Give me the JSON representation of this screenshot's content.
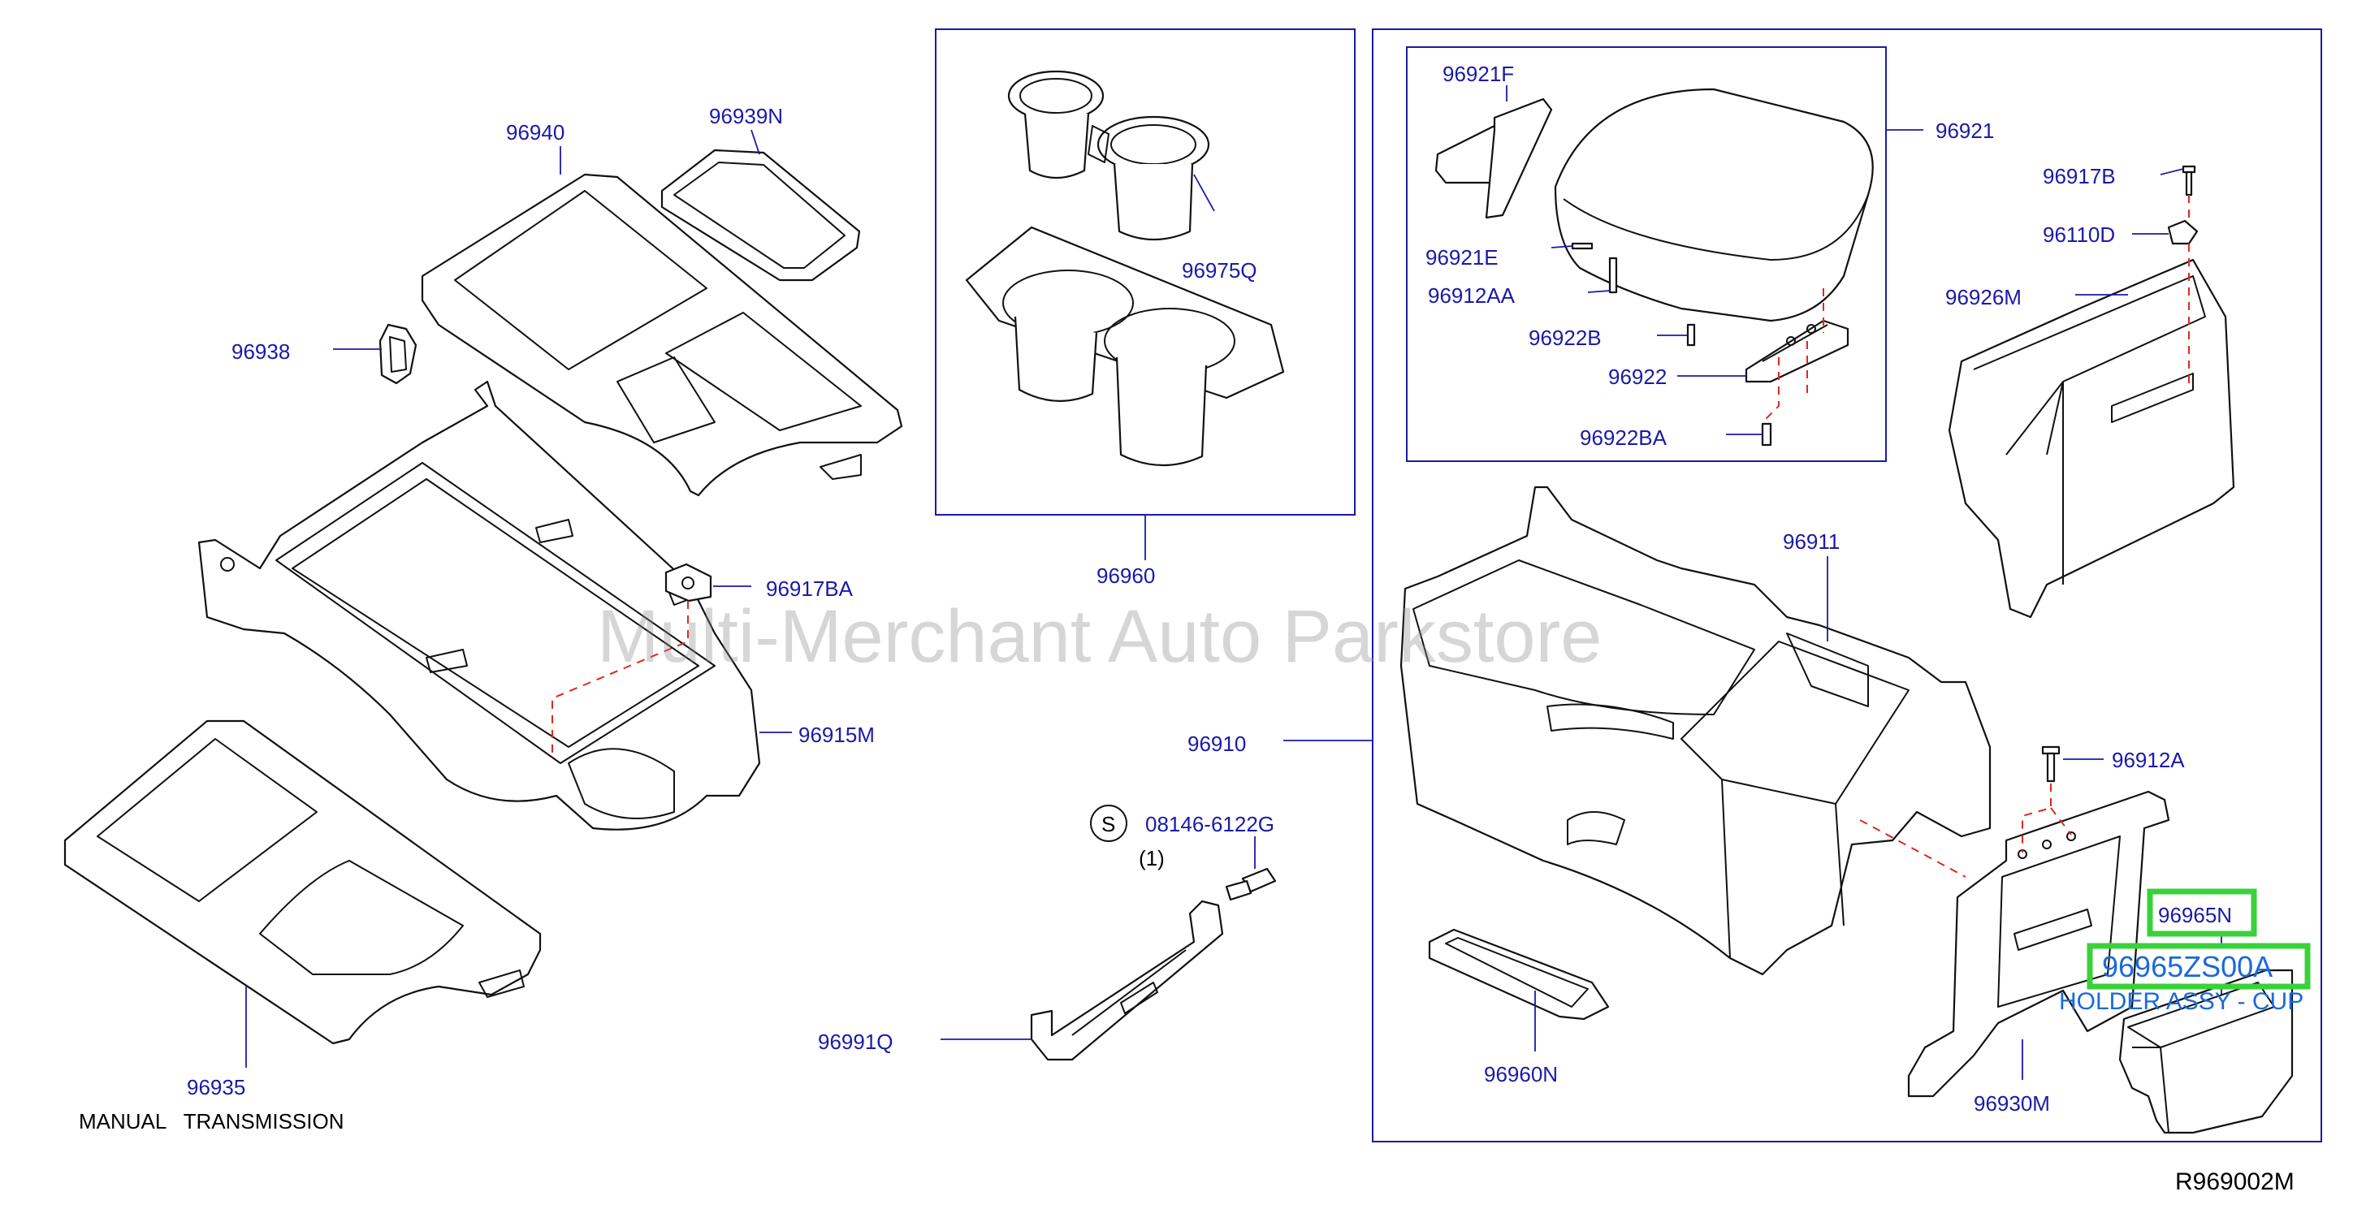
{
  "diagram": {
    "watermark": "Multi-Merchant Auto Parkstore",
    "caption": "MANUAL   TRANSMISSION",
    "diagram_code": "R969002M",
    "screw_symbol": "S",
    "screw_qty": "(1)",
    "highlight": {
      "part_number": "96965ZS00A",
      "description": "HOLDER ASSY - CUP",
      "ref": "96965N",
      "color": "#3ad13a"
    },
    "labels": {
      "p96940": "96940",
      "p96939N": "96939N",
      "p96938": "96938",
      "p96917BA": "96917BA",
      "p96915M": "96915M",
      "p96935": "96935",
      "p96975Q": "96975Q",
      "p96960": "96960",
      "p96910": "96910",
      "p08146": "08146-6122G",
      "p96991Q": "96991Q",
      "p96921F": "96921F",
      "p96921": "96921",
      "p96921E": "96921E",
      "p96912AA": "96912AA",
      "p96922B": "96922B",
      "p96922": "96922",
      "p96922BA": "96922BA",
      "p96917B": "96917B",
      "p96110D": "96110D",
      "p96926M": "96926M",
      "p96911": "96911",
      "p96912A": "96912A",
      "p96960N": "96960N",
      "p96930M": "96930M"
    },
    "colors": {
      "label": "#1a1aa8",
      "dashed": "#e0281e",
      "frame": "#1a1aa8"
    }
  }
}
